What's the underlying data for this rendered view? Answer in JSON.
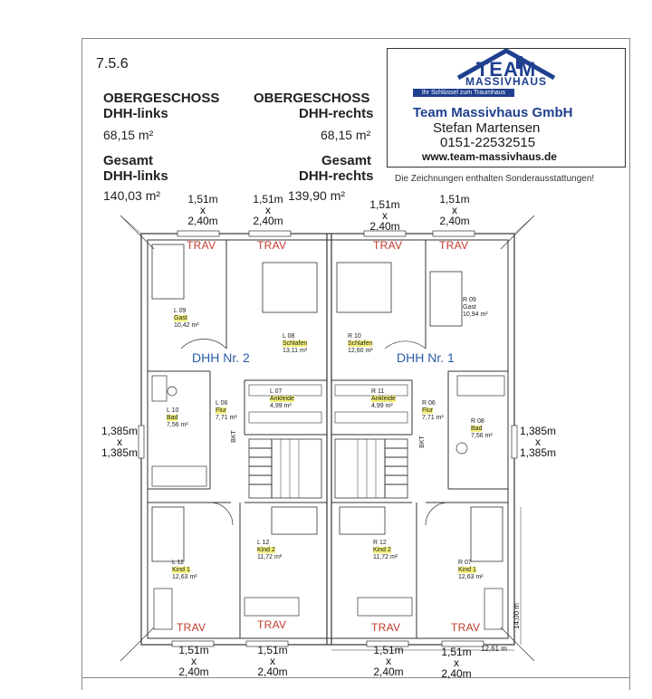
{
  "page_number": "7.5.6",
  "header": {
    "left": {
      "floor_label": "OBERGESCHOSS",
      "unit_label": "DHH-links",
      "floor_area": "68,15 m²",
      "total_label": "Gesamt",
      "total_unit": "DHH-links",
      "total_area": "140,03 m²"
    },
    "right": {
      "floor_label": "OBERGESCHOSS",
      "unit_label": "DHH-rechts",
      "floor_area": "68,15 m²",
      "total_label": "Gesamt",
      "total_unit": "DHH-rechts",
      "total_area": "139,90 m²"
    }
  },
  "company": {
    "logo_line1": "TEAM",
    "logo_line2": "MASSIVHAUS",
    "logo_tagline": "Ihr Schlüssel zum Traumhaus",
    "name": "Team Massivhaus GmbH",
    "contact_person": "Stefan Martensen",
    "phone": "0151-22532515",
    "website": "www.team-massivhaus.de",
    "colors": {
      "brand_blue": "#1f3f8f",
      "tagline_bg": "#1f3f8f"
    }
  },
  "note": "Die Zeichnungen enthalten Sonderausstattungen!",
  "window_dims": {
    "top": [
      {
        "w": "1,51m",
        "x": "x",
        "h": "2,40m"
      },
      {
        "w": "1,51m",
        "x": "x",
        "h": "2,40m"
      },
      {
        "w": "1,51m",
        "x": "x",
        "h": "2,40m"
      },
      {
        "w": "1,51m",
        "x": "x",
        "h": "2,40m"
      }
    ],
    "bottom": [
      {
        "w": "1,51m",
        "x": "x",
        "h": "2,40m"
      },
      {
        "w": "1,51m",
        "x": "x",
        "h": "2,40m"
      },
      {
        "w": "1,51m",
        "x": "x",
        "h": "2,40m"
      },
      {
        "w": "1,51m",
        "x": "x",
        "h": "2,40m"
      }
    ],
    "left": {
      "w": "1,385m",
      "x": "x",
      "h": "1,385m"
    },
    "right": {
      "w": "1,385m",
      "x": "x",
      "h": "1,385m"
    }
  },
  "trav_label": "TRAV",
  "houses": {
    "left_name": "DHH Nr. 2",
    "right_name": "DHH Nr. 1"
  },
  "rooms": {
    "l09": {
      "code": "L 09",
      "name": "Gast",
      "area": "10,42 m²"
    },
    "l08": {
      "code": "L 08",
      "name": "Schlafen",
      "area": "13,11 m²"
    },
    "r10": {
      "code": "R 10",
      "name": "Schlafen",
      "area": "12,60 m²"
    },
    "r09": {
      "code": "R 09",
      "name": "Gast",
      "area": "10,94 m²"
    },
    "l10": {
      "code": "L 10",
      "name": "Bad",
      "area": "7,56 m²"
    },
    "l06": {
      "code": "L 06",
      "name": "Flur",
      "area": "7,71 m²"
    },
    "l07": {
      "code": "L 07",
      "name": "Ankleide",
      "area": "4,99 m²"
    },
    "r11": {
      "code": "R 11",
      "name": "Ankleide",
      "area": "4,99 m²"
    },
    "r06": {
      "code": "R 06",
      "name": "Flur",
      "area": "7,71 m²"
    },
    "r08": {
      "code": "R 08",
      "name": "Bad",
      "area": "7,56 m²"
    },
    "l11": {
      "code": "L 11",
      "name": "Kind 1",
      "area": "12,63 m²"
    },
    "l12": {
      "code": "L 12",
      "name": "Kind 2",
      "area": "11,72 m²"
    },
    "r12": {
      "code": "R 12",
      "name": "Kind 2",
      "area": "11,72 m²"
    },
    "r07": {
      "code": "R 07",
      "name": "Kind 1",
      "area": "12,63 m²"
    }
  },
  "stair_label": "BKT",
  "overall_dims": {
    "depth": "14,00 m",
    "width": "12,61 m"
  }
}
